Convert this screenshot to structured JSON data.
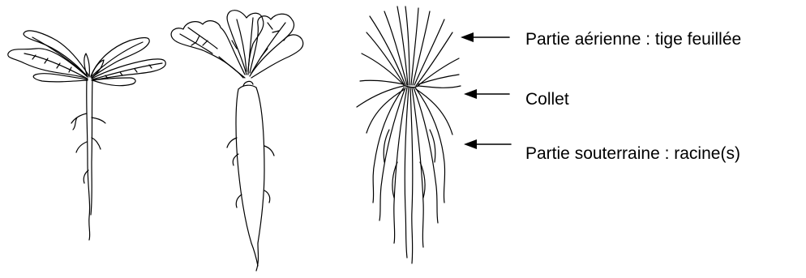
{
  "labels": {
    "aerial": "Partie aérienne : tige feuillée",
    "collet": "Collet",
    "underground": "Partie souterraine : racine(s)"
  },
  "colors": {
    "stroke": "#000000",
    "background": "#ffffff"
  }
}
